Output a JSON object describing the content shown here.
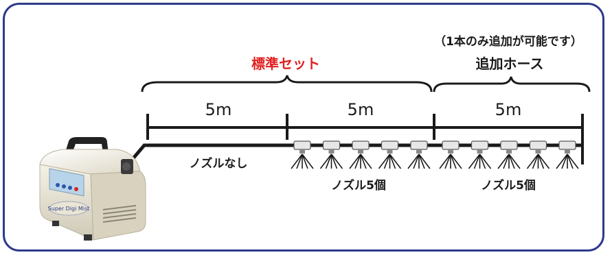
{
  "diagram": {
    "standard_set_label": "標準セット",
    "additional_note": "（1本のみ追加が可能です）",
    "additional_hose_label": "追加ホース",
    "segments": [
      {
        "length": "5m"
      },
      {
        "length": "5m"
      },
      {
        "length": "5m"
      }
    ],
    "no_nozzle_label": "ノズルなし",
    "nozzle_group_labels": [
      "ノズル5個",
      "ノズル5個"
    ],
    "device_brand": "Super Digi Mist",
    "colors": {
      "frame": "#2d3a8c",
      "standard_set": "#e02020",
      "line": "#1a1a1a"
    }
  }
}
